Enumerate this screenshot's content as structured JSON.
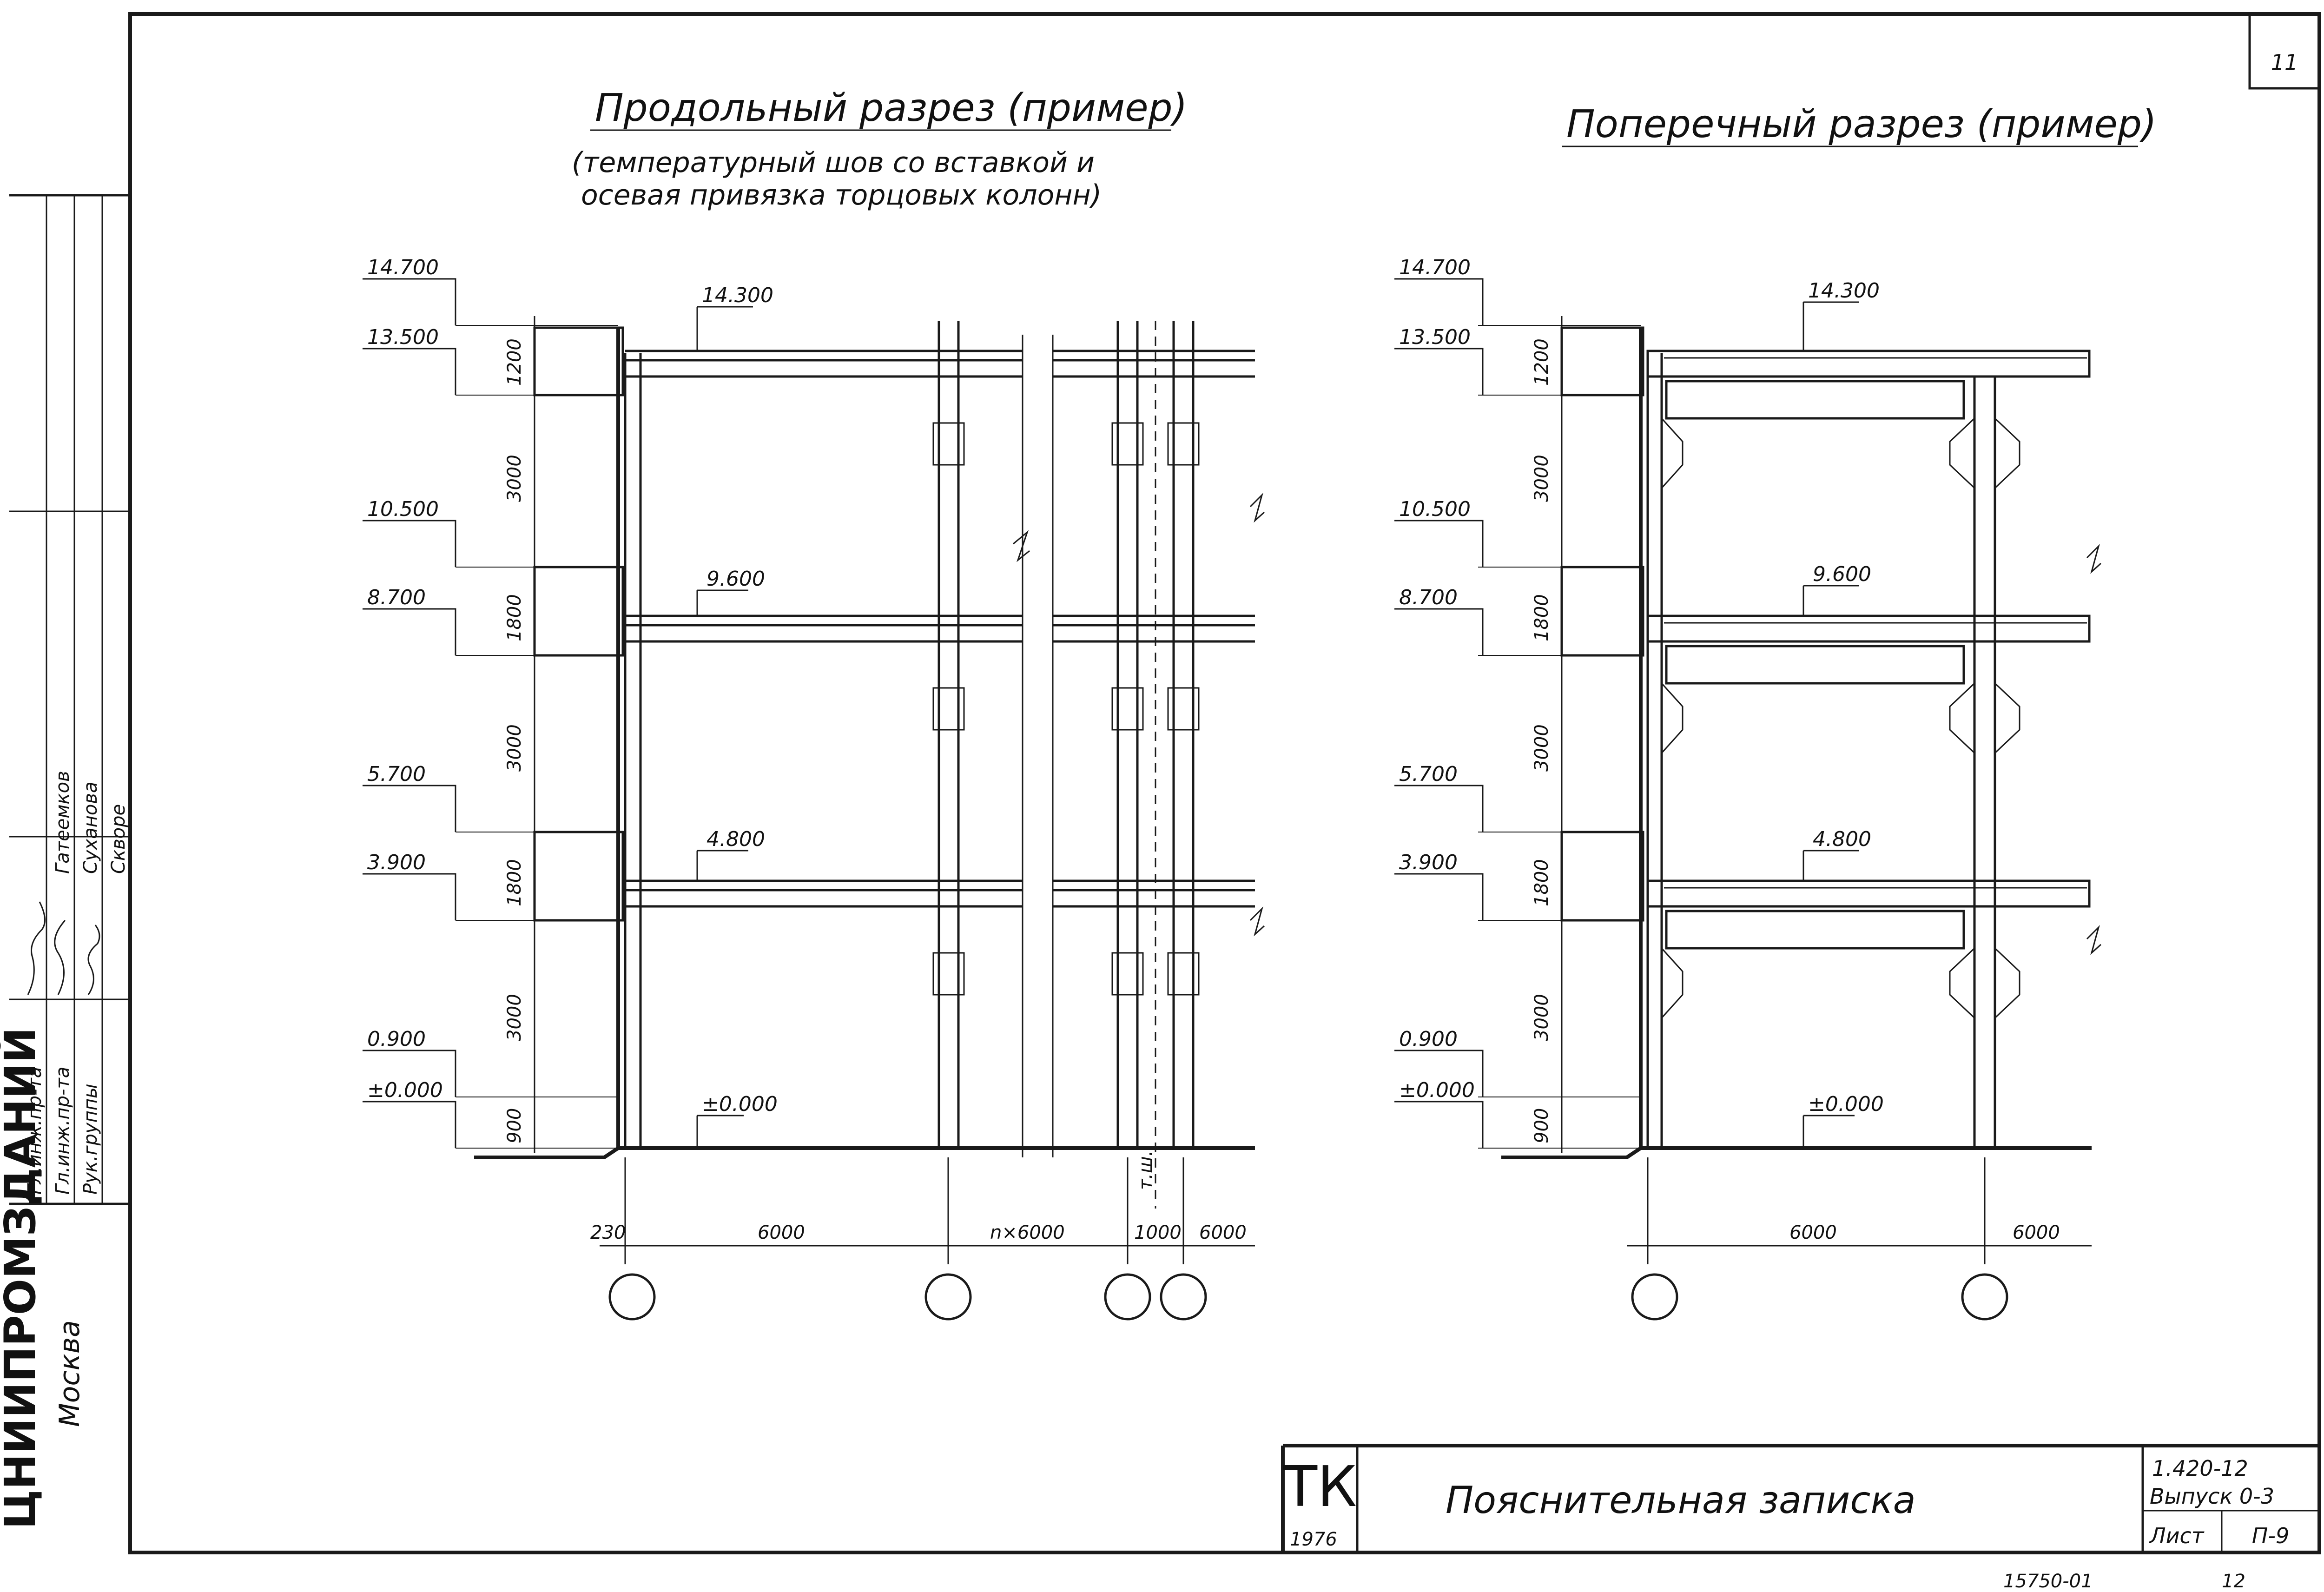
{
  "sheet": {
    "page_number": "11",
    "bottom_code": "15750-01",
    "bottom_number": "12"
  },
  "left_section": {
    "title": "Продольный разрез (пример)",
    "subtitle_line1": "(температурный шов со вставкой и",
    "subtitle_line2": "осевая привязка торцовых колонн)",
    "levels_left": [
      "14.700",
      "13.500",
      "10.500",
      "8.700",
      "5.700",
      "3.900",
      "0.900",
      "±0.000"
    ],
    "level_callouts": [
      "14.300",
      "9.600",
      "4.800",
      "±0.000"
    ],
    "vertical_dims": [
      "1200",
      "3000",
      "1800",
      "3000",
      "1800",
      "3000",
      "900"
    ],
    "span_dims": [
      "230",
      "6000",
      "n×6000",
      "1000",
      "6000"
    ],
    "joint_label": "т.ш."
  },
  "right_section": {
    "title": "Поперечный разрез (пример)",
    "levels_left": [
      "14.700",
      "13.500",
      "10.500",
      "8.700",
      "5.700",
      "3.900",
      "0.900",
      "±0.000"
    ],
    "level_callouts": [
      "14.300",
      "9.600",
      "4.800",
      "±0.000"
    ],
    "vertical_dims": [
      "1200",
      "3000",
      "1800",
      "3000",
      "1800",
      "3000",
      "900"
    ],
    "span_dims": [
      "6000",
      "6000"
    ]
  },
  "side_stamp": {
    "org_name": "ЦНИИПРОМЗДАНИЙ",
    "city": "Москва",
    "roles": [
      "Гл.инж.пр-та",
      "Гл.инж.пр-та",
      "Рук.группы"
    ],
    "names": [
      "Суханова",
      "Гатеемков",
      "Скворе"
    ],
    "signatures": [
      "signature-1",
      "signature-2",
      "signature-3"
    ]
  },
  "title_block": {
    "series_mark": "ТК",
    "year": "1976",
    "doc_title": "Пояснительная записка",
    "series_number": "1.420-12",
    "issue": "Выпуск 0-3",
    "sheet_label": "Лист",
    "sheet_value": "П-9"
  }
}
